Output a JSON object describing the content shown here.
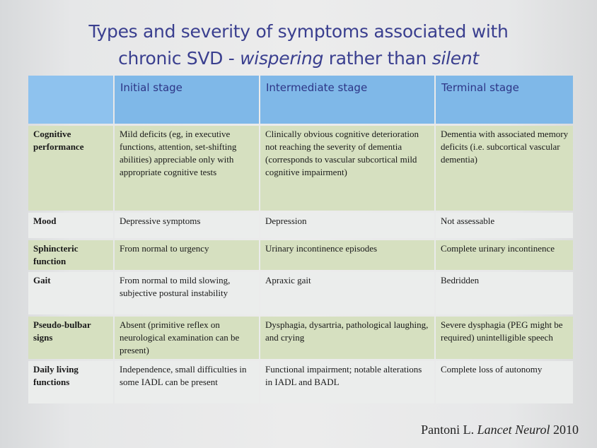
{
  "title": {
    "line1": "Types and severity of symptoms associated with",
    "line2_prefix": "chronic SVD - ",
    "line2_italic1": "wispering",
    "line2_middle": " rather than ",
    "line2_italic2": "silent"
  },
  "table": {
    "headers": [
      "",
      "Initial stage",
      "Intermediate stage",
      "Terminal stage"
    ],
    "rows": [
      {
        "label": "Cognitive performance",
        "initial": "Mild deficits (eg, in executive functions, attention, set-shifting abilities) appreciable only with appropriate cognitive tests",
        "intermediate": "Clinically obvious cognitive deterioration not reaching the severity of dementia (corresponds to vascular subcortical mild cognitive impairment)",
        "terminal": "Dementia with associated memory deficits (i.e. subcortical vascular dementia)"
      },
      {
        "label": "Mood",
        "initial": "Depressive symptoms",
        "intermediate": "Depression",
        "terminal": "Not assessable"
      },
      {
        "label": "Sphincteric function",
        "initial": "From normal to urgency",
        "intermediate": "Urinary incontinence episodes",
        "terminal": "Complete urinary incontinence"
      },
      {
        "label": "Gait",
        "initial": "From normal to mild slowing, subjective postural instability",
        "intermediate": "Apraxic gait",
        "terminal": "Bedridden"
      },
      {
        "label": "Pseudo-bulbar signs",
        "initial": "Absent (primitive reflex on neurological examination can be present)",
        "intermediate": "Dysphagia, dysartria, pathological laughing, and crying",
        "terminal": "Severe dysphagia (PEG might be required) unintelligible speech"
      },
      {
        "label": "Daily living functions",
        "initial": "Independence, small difficulties in some IADL can be present",
        "intermediate": "Functional impairment; notable alterations in IADL and BADL",
        "terminal": "Complete loss of autonomy"
      }
    ]
  },
  "citation": {
    "author": "Pantoni L. ",
    "journal": "Lancet Neurol",
    "year": " 2010"
  },
  "colors": {
    "title": "#3a3f8f",
    "header_bg": "#7fb8e8",
    "row_green": "#d6e0c0",
    "row_light": "#ebedec"
  }
}
